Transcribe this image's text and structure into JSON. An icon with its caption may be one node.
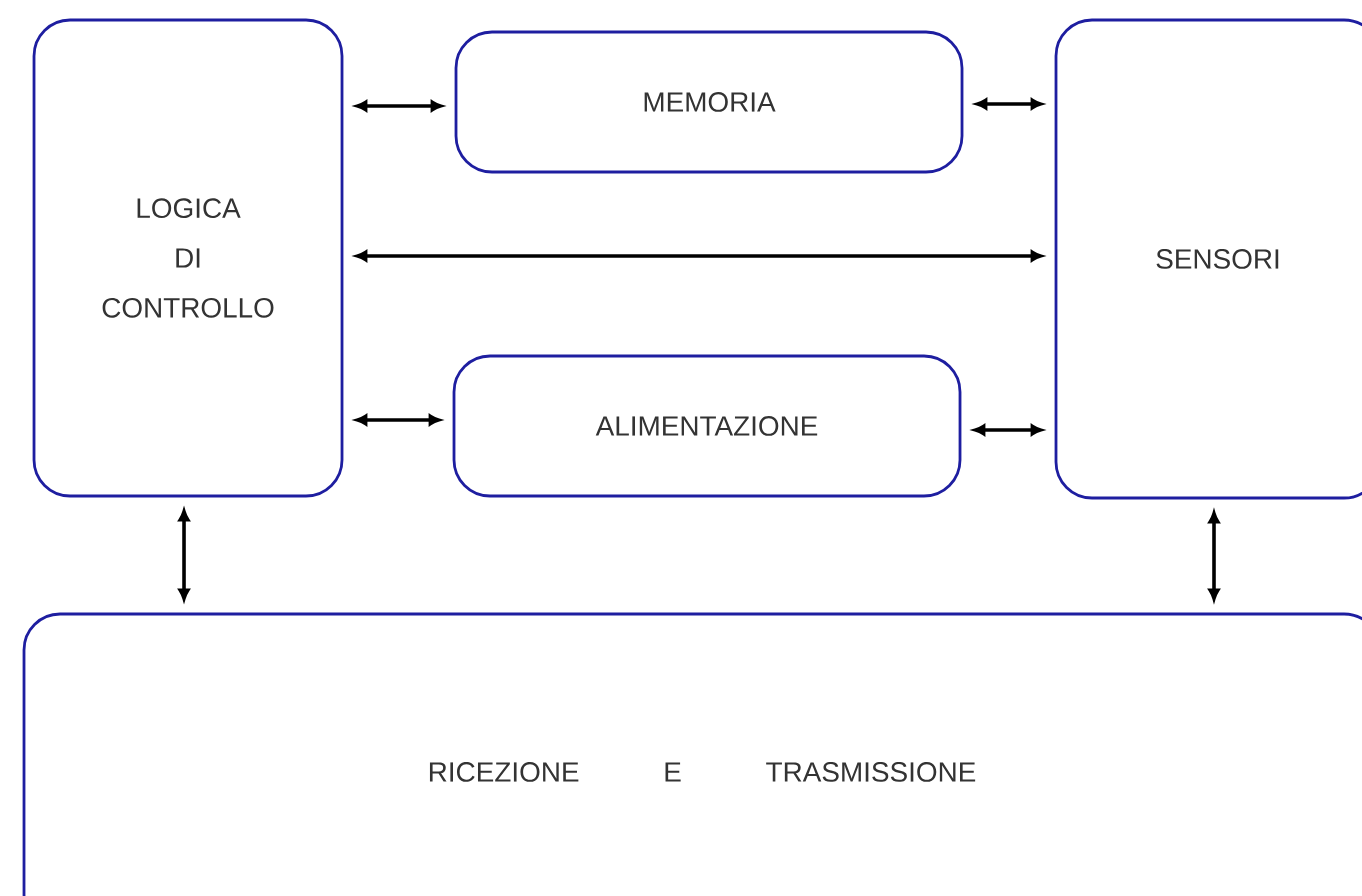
{
  "diagram": {
    "nodes": [
      {
        "text": [
          "LOGICA DI CONTROLLO"
        ]
      },
      {
        "text": [
          "MEMORIA"
        ]
      },
      {
        "text": [
          "SENSORI"
        ]
      },
      {
        "text": [
          "ALIMENTAZIONE"
        ]
      },
      {
        "text": [
          "RICEZIONE E TRASMISSIONE"
        ]
      }
    ],
    "edges": [
      {
        "from": 0,
        "to": 1,
        "arrow": "both"
      },
      {
        "from": 1,
        "to": 2,
        "arrow": "both"
      },
      {
        "from": 0,
        "to": 2,
        "arrow": "both"
      },
      {
        "from": 0,
        "to": 3,
        "arrow": "both"
      },
      {
        "from": 3,
        "to": 2,
        "arrow": "both"
      },
      {
        "from": 0,
        "to": 4,
        "arrow": "both"
      },
      {
        "from": 2,
        "to": 4,
        "arrow": "both"
      }
    ]
  }
}
